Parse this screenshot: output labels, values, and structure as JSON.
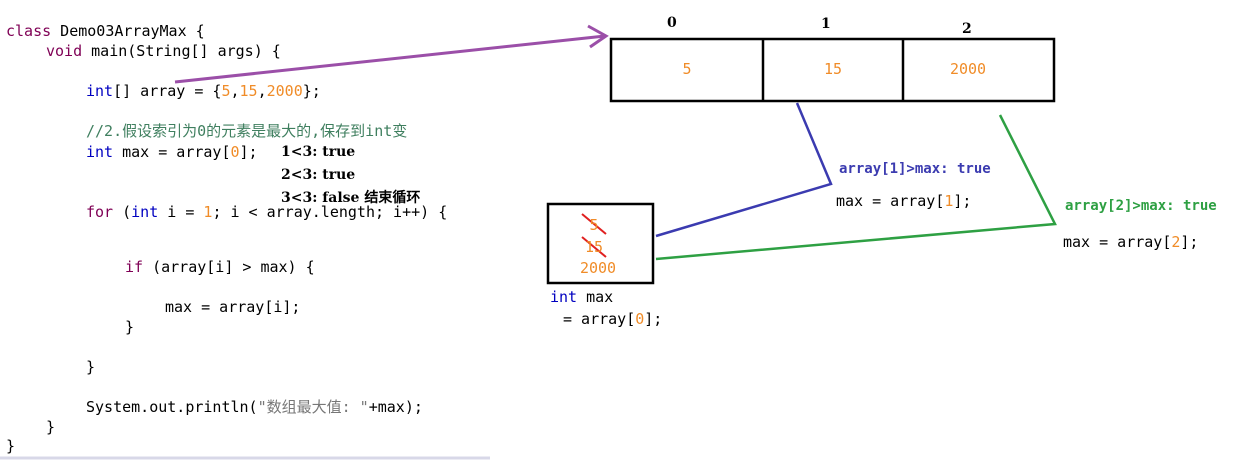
{
  "code": {
    "l1_kw": "class",
    "l1_rest": " Demo03ArrayMax {",
    "l2_kw": "void",
    "l2_rest": " main(String[] args) {",
    "l3_kw": "int",
    "l3_a": "[] array = {",
    "l3_n1": "5",
    "l3_c1": ",",
    "l3_n2": "15",
    "l3_c2": ",",
    "l3_n3": "2000",
    "l3_end": "};",
    "l4_comment": "//2.假设索引为0的元素是最大的,保存到int变",
    "l5_kw": "int",
    "l5_a": " max = array[",
    "l5_n": "0",
    "l5_end": "];",
    "l6_kw1": "for",
    "l6_a": " (",
    "l6_kw2": "int",
    "l6_b": " i = ",
    "l6_n": "1",
    "l6_c": "; i < array.length; i++) {",
    "l7_kw": "if",
    "l7_rest": " (array[i] > max) {",
    "l8": "max = array[i];",
    "l9": "}",
    "l10": "}",
    "l11_a": "System.out.println(",
    "l11_str": "\"数组最大值: \"",
    "l11_b": "+max);",
    "l12": "}",
    "l13": "}"
  },
  "loop_notes": [
    "1<3: true",
    "2<3: true",
    "3<3: false 结束循环"
  ],
  "array": {
    "indices": [
      "0",
      "1",
      "2"
    ],
    "values": [
      "5",
      "15",
      "2000"
    ]
  },
  "max_box": {
    "crossed": [
      "5",
      "15"
    ],
    "current": "2000",
    "label_kw": "int",
    "label_rest": " max",
    "assign_a": "= array[",
    "assign_n": "0",
    "assign_end": "];"
  },
  "step1": {
    "cond": "array[1]>max: true",
    "assign_a": "max = array[",
    "assign_n": "1",
    "assign_end": "];"
  },
  "step2": {
    "cond": "array[2]>max: true",
    "assign_a": "max = array[",
    "assign_n": "2",
    "assign_end": "];"
  },
  "colors": {
    "purple": "#9b4fa8",
    "blue": "#3b3bb0",
    "green": "#2ea043",
    "red": "#e02020",
    "orange": "#f08c28"
  }
}
